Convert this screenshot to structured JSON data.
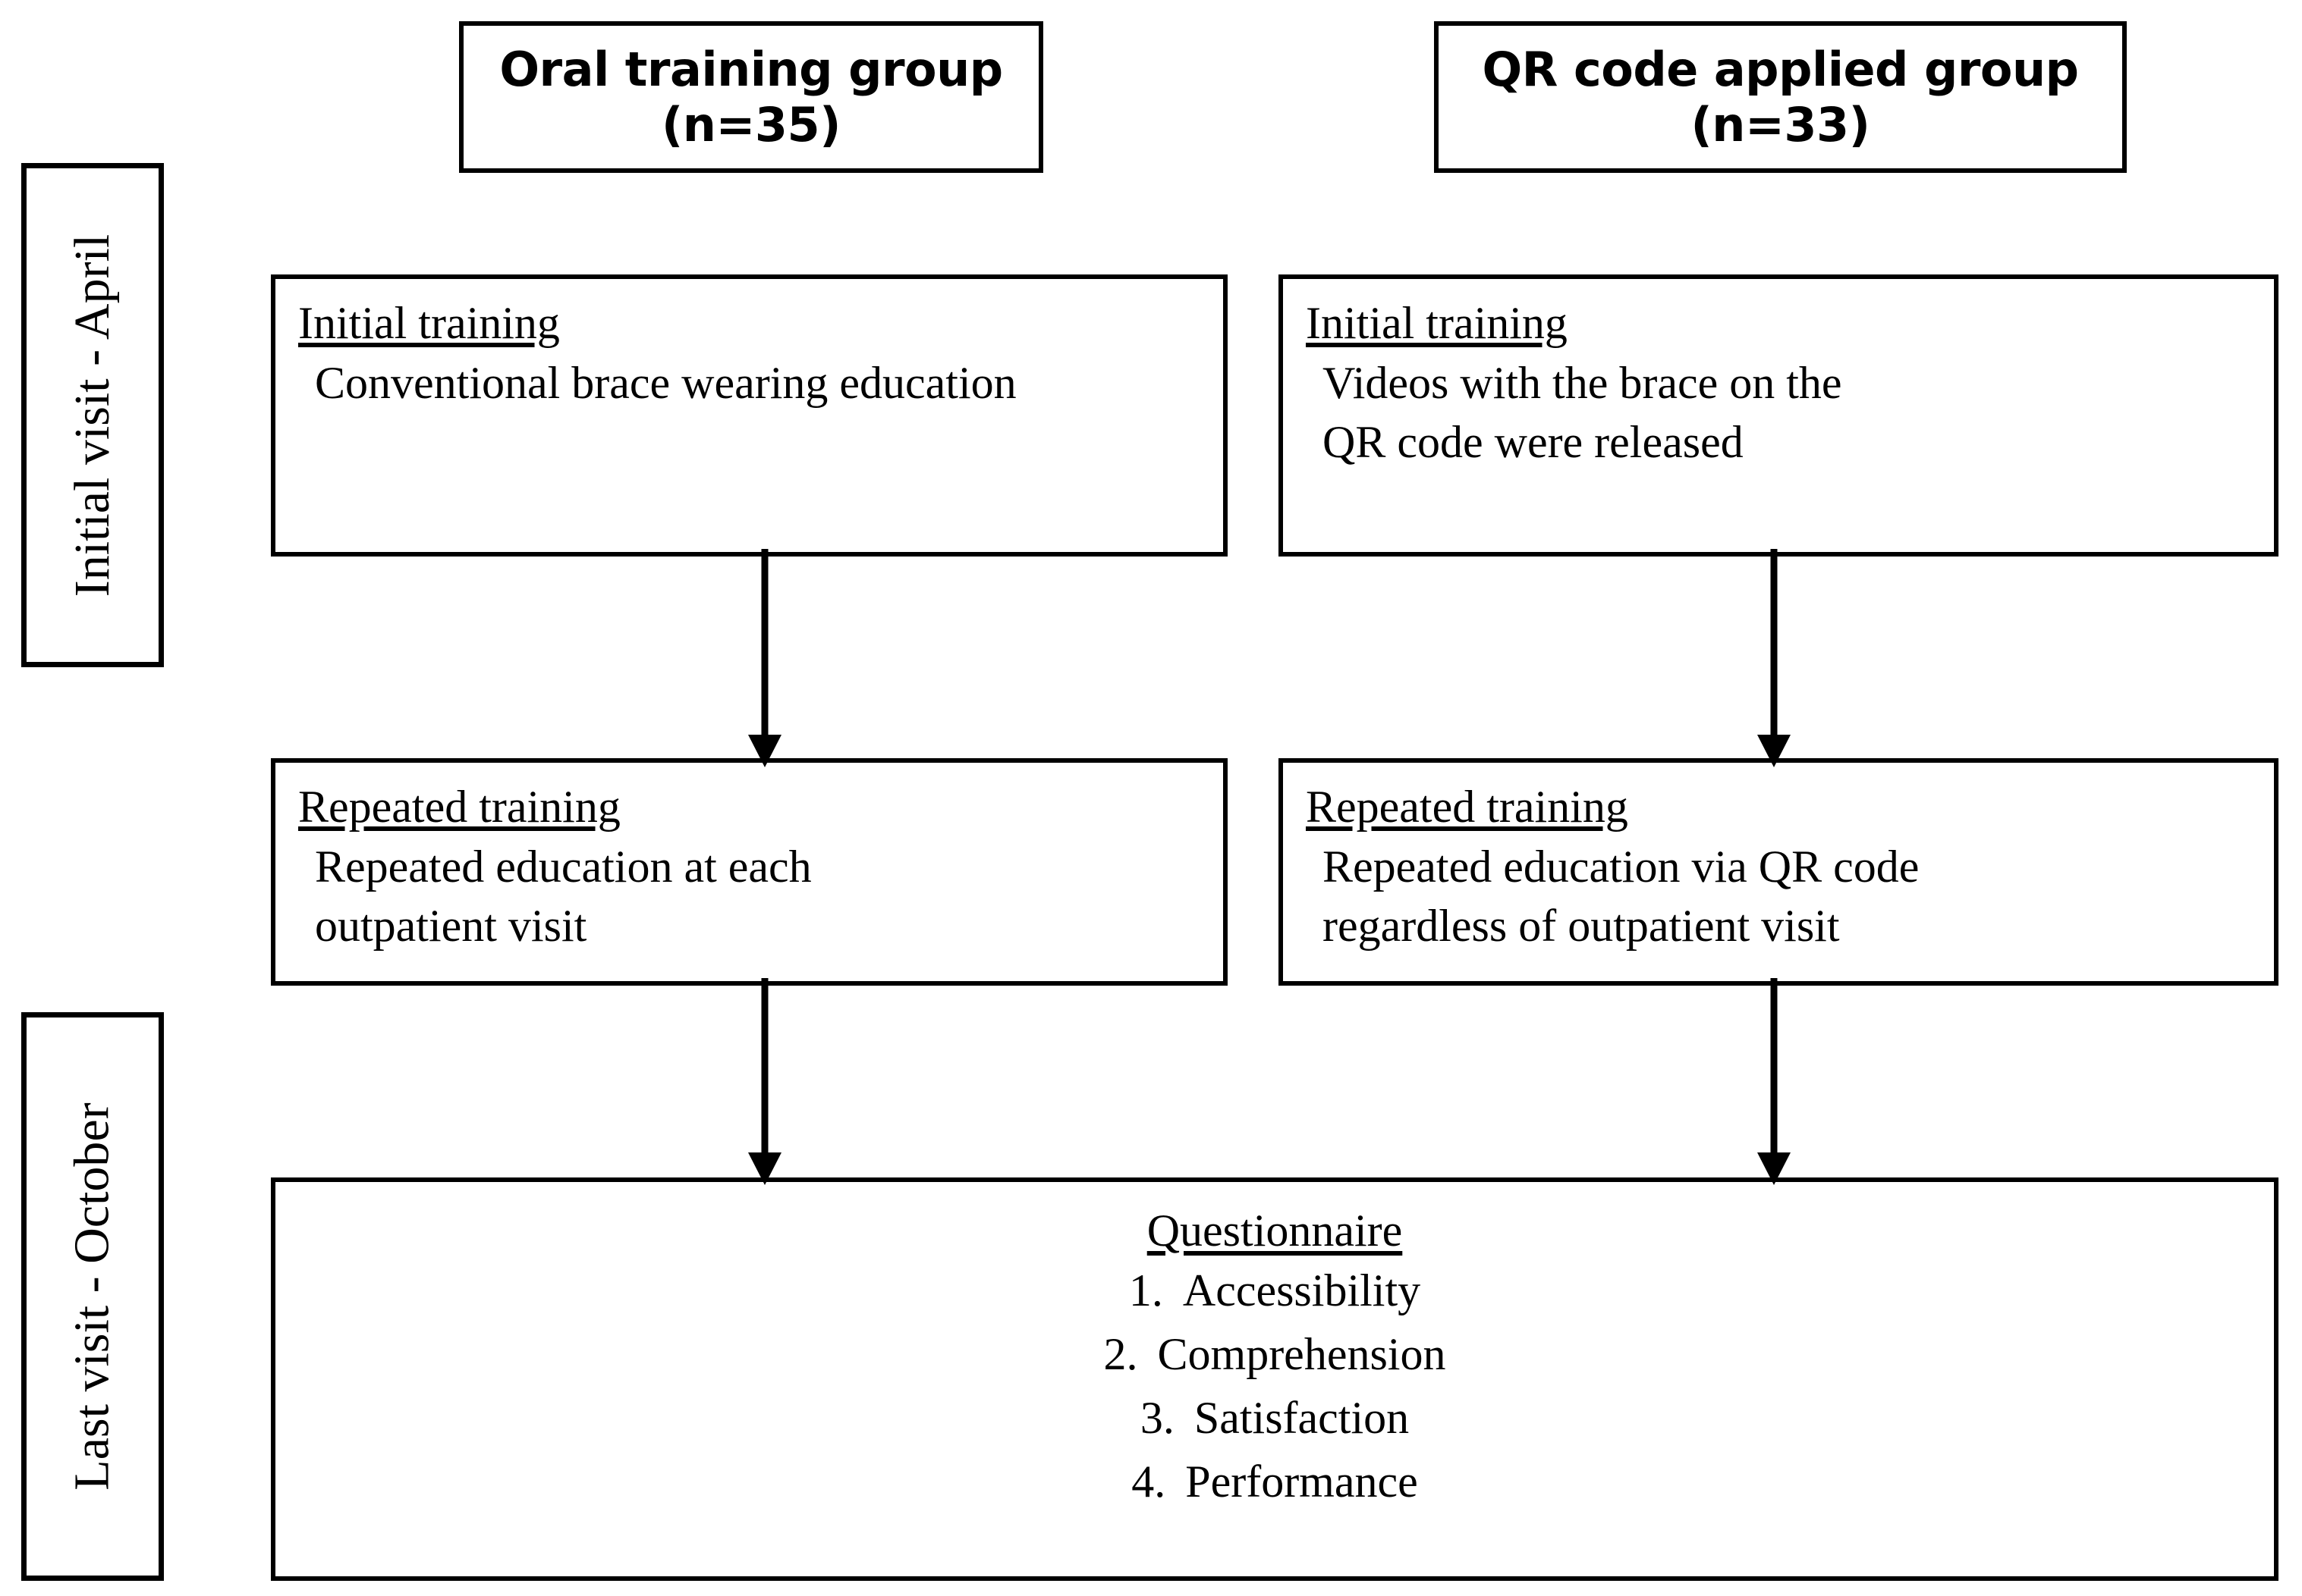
{
  "diagram": {
    "title": "Study flow diagram: oral training group vs QR code applied group",
    "line_color": "#000000",
    "background": "#ffffff"
  },
  "phases": [
    {
      "id": "initial",
      "label": "Initial visit - April"
    },
    {
      "id": "last",
      "label": "Last visit - October"
    }
  ],
  "groups": [
    {
      "id": "oral",
      "header_line1": "Oral training group",
      "header_line2": "(n=35)",
      "steps": [
        {
          "id": "initial-training",
          "title": "Initial training",
          "lines": [
            "Conventional brace wearing education"
          ]
        },
        {
          "id": "repeated-training",
          "title": "Repeated training",
          "lines": [
            "Repeated education at each",
            "outpatient visit"
          ]
        }
      ]
    },
    {
      "id": "qr",
      "header_line1": "QR code applied group",
      "header_line2": "(n=33)",
      "steps": [
        {
          "id": "initial-training",
          "title": "Initial training",
          "lines": [
            "Videos with the brace on the",
            "QR code were released"
          ]
        },
        {
          "id": "repeated-training",
          "title": "Repeated training",
          "lines": [
            "Repeated education via QR code",
            "regardless of outpatient visit"
          ]
        }
      ]
    }
  ],
  "questionnaire": {
    "title": "Questionnaire",
    "items": [
      {
        "number": "1.",
        "text": "Accessibility"
      },
      {
        "number": "2.",
        "text": "Comprehension"
      },
      {
        "number": "3.",
        "text": "Satisfaction"
      },
      {
        "number": "4.",
        "text": "Performance"
      }
    ]
  },
  "arrows": [
    {
      "id": "oral-initial-to-repeated",
      "from": "oral.initial-training",
      "to": "oral.repeated-training"
    },
    {
      "id": "qr-initial-to-repeated",
      "from": "qr.initial-training",
      "to": "qr.repeated-training"
    },
    {
      "id": "oral-repeated-to-questionnaire",
      "from": "oral.repeated-training",
      "to": "questionnaire"
    },
    {
      "id": "qr-repeated-to-questionnaire",
      "from": "qr.repeated-training",
      "to": "questionnaire"
    }
  ]
}
